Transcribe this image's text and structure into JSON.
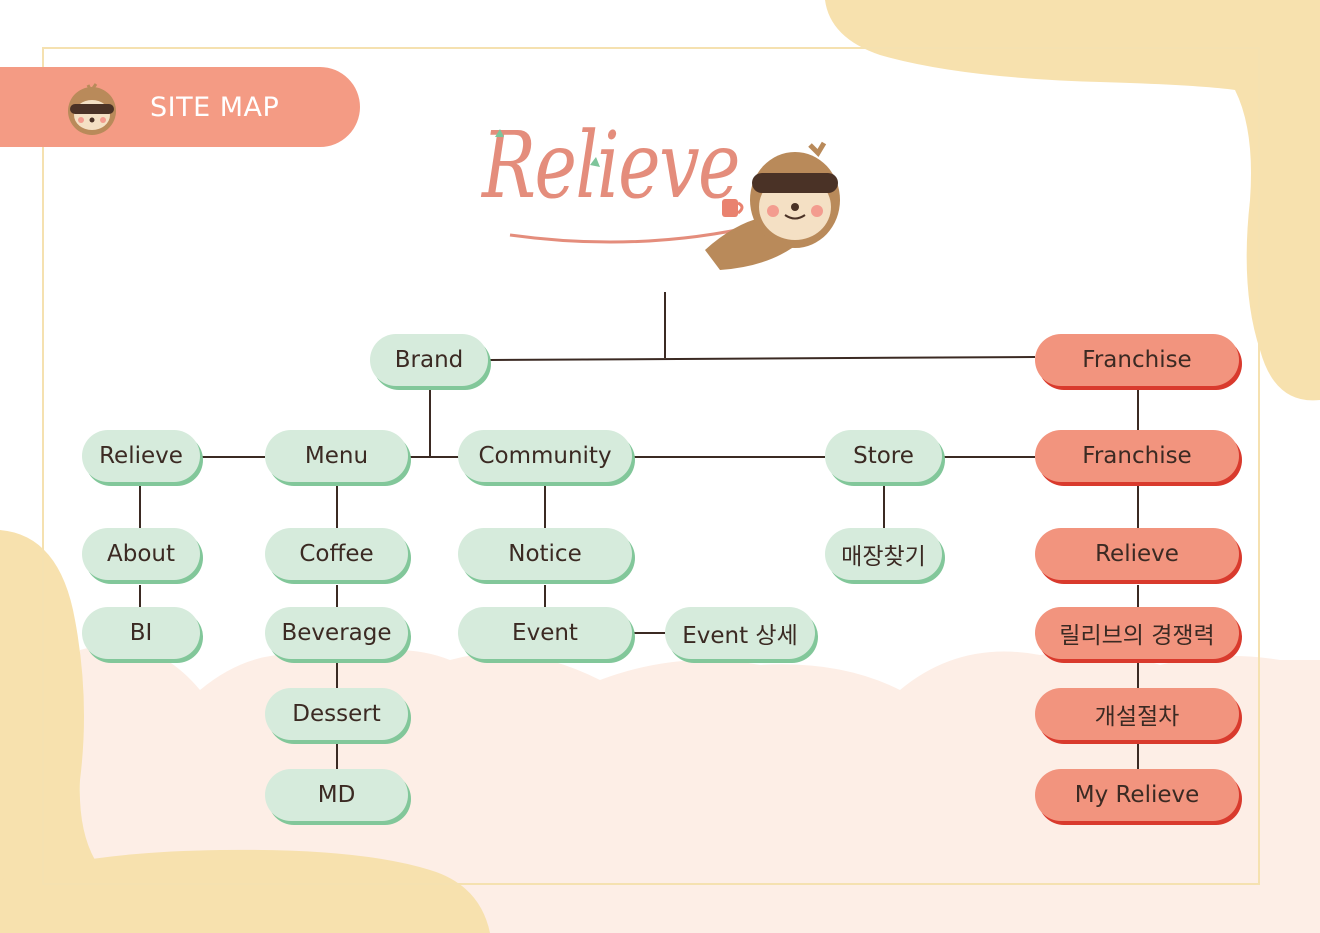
{
  "header": {
    "title": "SITE MAP",
    "icon": "sloth-face-icon"
  },
  "logo": {
    "text": "Relieve",
    "mascot": "sloth-with-coffee-icon"
  },
  "colors": {
    "green_node": "#d6ebdc",
    "orange_node": "#f2947e",
    "accent": "#f49b84",
    "sand": "#f7e1ae"
  },
  "nodes": {
    "brand": "Brand",
    "franchise_top": "Franchise",
    "relieve": "Relieve",
    "menu": "Menu",
    "community": "Community",
    "store": "Store",
    "franchise": "Franchise",
    "about": "About",
    "bi": "BI",
    "coffee": "Coffee",
    "beverage": "Beverage",
    "dessert": "Dessert",
    "md": "MD",
    "notice": "Notice",
    "event": "Event",
    "event_detail": "Event 상세",
    "find_store": "매장찾기",
    "f_relieve": "Relieve",
    "competitiveness": "릴리브의 경쟁력",
    "opening_process": "개설절차",
    "my_relieve": "My Relieve"
  }
}
